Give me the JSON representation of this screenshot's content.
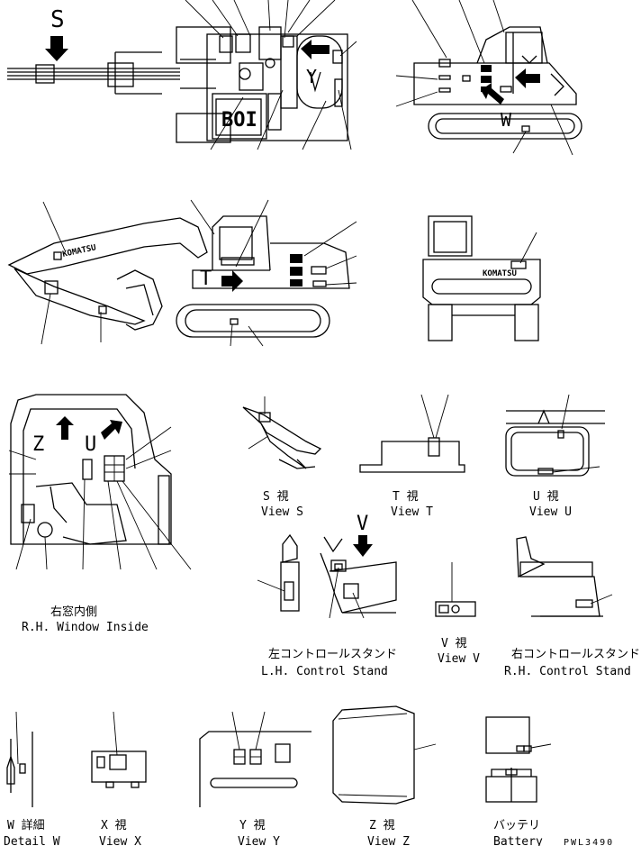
{
  "letters": {
    "S": "S",
    "Y": "Y",
    "W": "W",
    "T": "T",
    "Z": "Z",
    "U": "U",
    "V": "V"
  },
  "views": [
    {
      "id": "view-s",
      "jp": "S 視",
      "en": "View S"
    },
    {
      "id": "view-t",
      "jp": "T 視",
      "en": "View T"
    },
    {
      "id": "view-u",
      "jp": "U 視",
      "en": "View U"
    },
    {
      "id": "lh-control-stand",
      "jp": "左コントロールスタンド",
      "en": "L.H. Control Stand"
    },
    {
      "id": "view-v",
      "jp": "V 視",
      "en": "View V"
    },
    {
      "id": "rh-control-stand",
      "jp": "右コントロールスタンド",
      "en": "R.H. Control Stand"
    },
    {
      "id": "rh-window-inside",
      "jp": "右窓内側",
      "en": "R.H. Window Inside"
    },
    {
      "id": "detail-w",
      "jp": "W 詳細",
      "en": "Detail W"
    },
    {
      "id": "view-x",
      "jp": "X 視",
      "en": "View X"
    },
    {
      "id": "view-y",
      "jp": "Y 視",
      "en": "View Y"
    },
    {
      "id": "view-z",
      "jp": "Z 視",
      "en": "View Z"
    },
    {
      "id": "battery",
      "jp": "バッテリ",
      "en": "Battery"
    }
  ],
  "brand": "KOMATSU",
  "drawing_number": "PWL3490"
}
